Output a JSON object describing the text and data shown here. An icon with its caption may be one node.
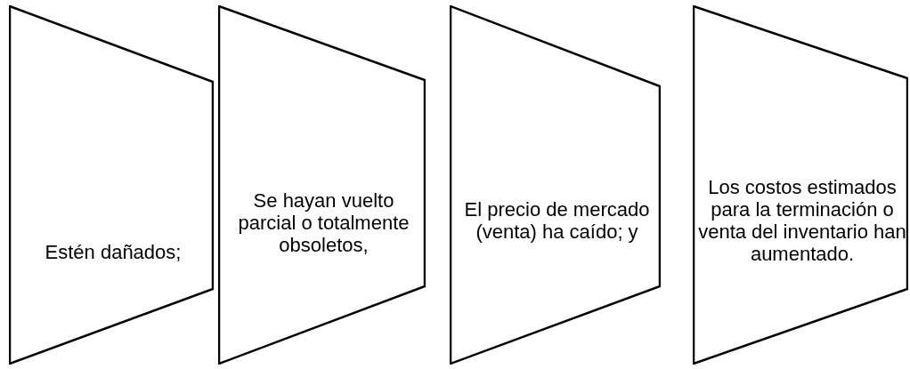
{
  "diagram": {
    "nodes": [
      {
        "text": [
          "Estén dañados;"
        ]
      },
      {
        "text": [
          "Se hayan vuelto parcial o totalmente obsoletos,"
        ]
      },
      {
        "text": [
          "El precio de mercado (venta) ha caído; y"
        ]
      },
      {
        "text": [
          "Los costos estimados para la terminación o venta del inventario han aumentado."
        ]
      }
    ]
  }
}
